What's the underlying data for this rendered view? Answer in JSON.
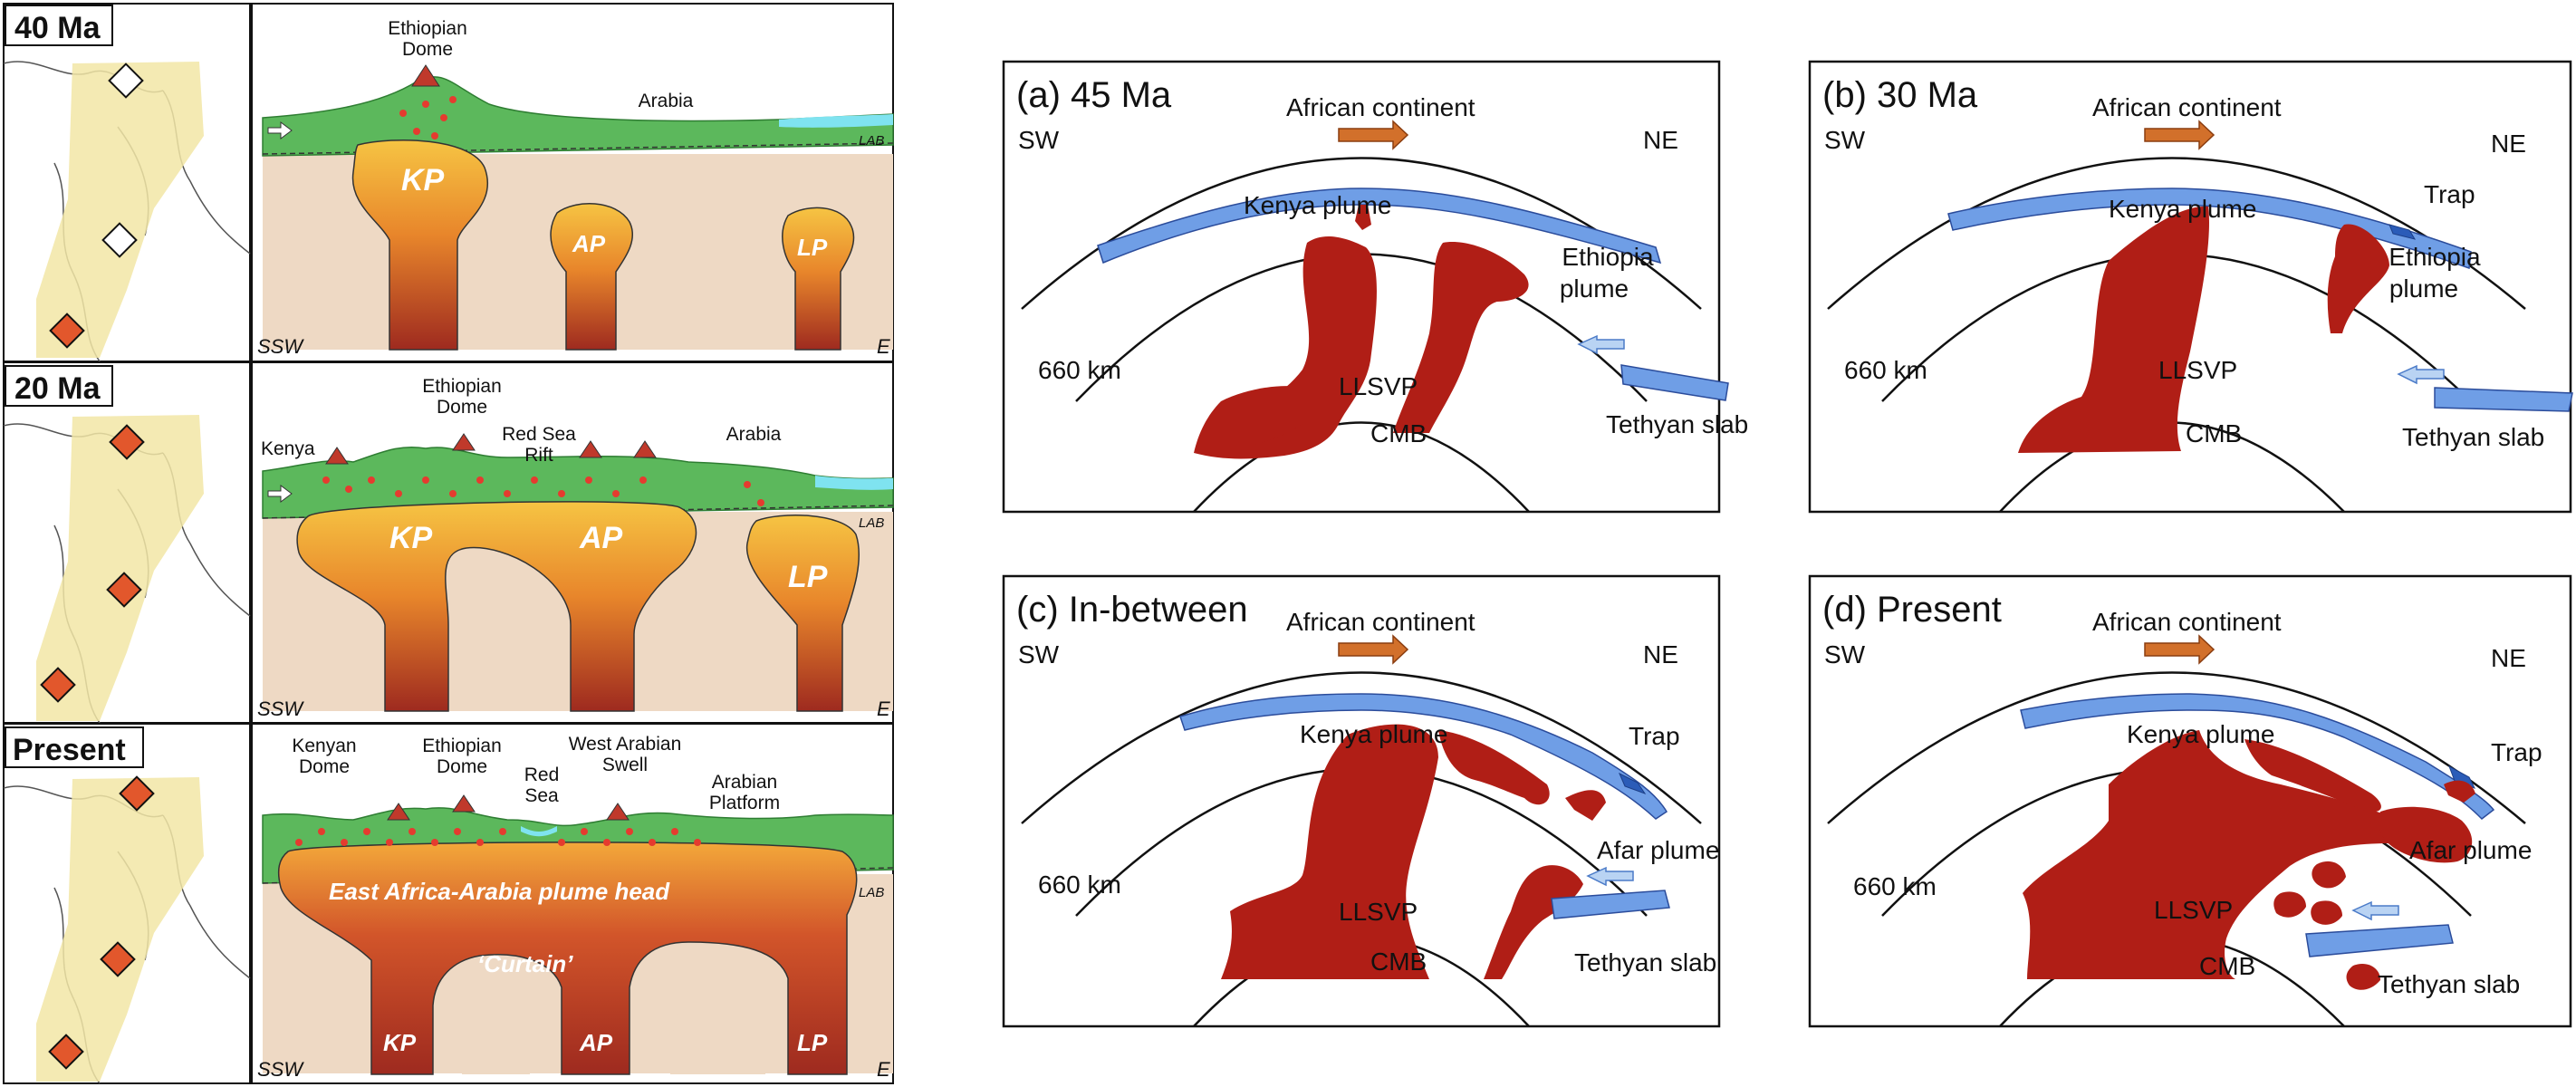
{
  "left_figure": {
    "rows": [
      {
        "time_label": "40 Ma",
        "section": {
          "annotations": [
            "Ethiopian Dome",
            "Arabia"
          ],
          "lab": "LAB",
          "plumes": [
            "KP",
            "AP",
            "LP"
          ],
          "corner_left": "SSW",
          "corner_right": "E"
        }
      },
      {
        "time_label": "20 Ma",
        "section": {
          "annotations": [
            "Kenya",
            "Ethiopian Dome",
            "Red Sea Rift",
            "Arabia"
          ],
          "lab": "LAB",
          "plumes": [
            "KP",
            "AP",
            "LP"
          ],
          "corner_left": "SSW",
          "corner_right": "E"
        }
      },
      {
        "time_label": "Present",
        "section": {
          "annotations": [
            "Kenyan Dome",
            "Ethiopian Dome",
            "Red Sea",
            "West Arabian Swell",
            "Arabian Platform"
          ],
          "lab": "LAB",
          "plume_head": "East Africa-Arabia plume head",
          "curtain": "‘Curtain’",
          "plumes": [
            "KP",
            "AP",
            "LP"
          ],
          "corner_left": "SSW",
          "corner_right": "E"
        }
      }
    ]
  },
  "right_figure": {
    "panels": [
      {
        "title": "(a) 45 Ma",
        "continent": "African continent",
        "dir_left": "SW",
        "dir_right": "NE",
        "labels": [
          "Kenya plume",
          "Ethiopia plume",
          "660 km",
          "LLSVP",
          "CMB",
          "Tethyan slab"
        ]
      },
      {
        "title": "(b) 30 Ma",
        "continent": "African continent",
        "dir_left": "SW",
        "dir_right": "NE",
        "labels": [
          "Trap",
          "Kenya plume",
          "Ethiopia plume",
          "660 km",
          "LLSVP",
          "CMB",
          "Tethyan slab"
        ]
      },
      {
        "title": "(c) In-between",
        "continent": "African continent",
        "dir_left": "SW",
        "dir_right": "NE",
        "labels": [
          "Kenya plume",
          "Trap",
          "Afar plume",
          "660 km",
          "LLSVP",
          "CMB",
          "Tethyan slab"
        ]
      },
      {
        "title": "(d) Present",
        "continent": "African continent",
        "dir_left": "SW",
        "dir_right": "NE",
        "labels": [
          "Kenya plume",
          "Trap",
          "Afar plume",
          "660 km",
          "LLSVP",
          "CMB",
          "Tethyan slab"
        ]
      }
    ]
  },
  "colors": {
    "lithosphere": "#5cb85c",
    "mantle": "#eed9c4",
    "plume_top": "#f6c443",
    "plume_bottom": "#9e2a1f",
    "map_band": "#f2e6a6",
    "diamond_filled": "#e2572c",
    "llsvp": "#b01e16",
    "slab": "#6f9ee6",
    "arrow_orange": "#d2702b",
    "arrow_blue": "#b9d3f3"
  }
}
